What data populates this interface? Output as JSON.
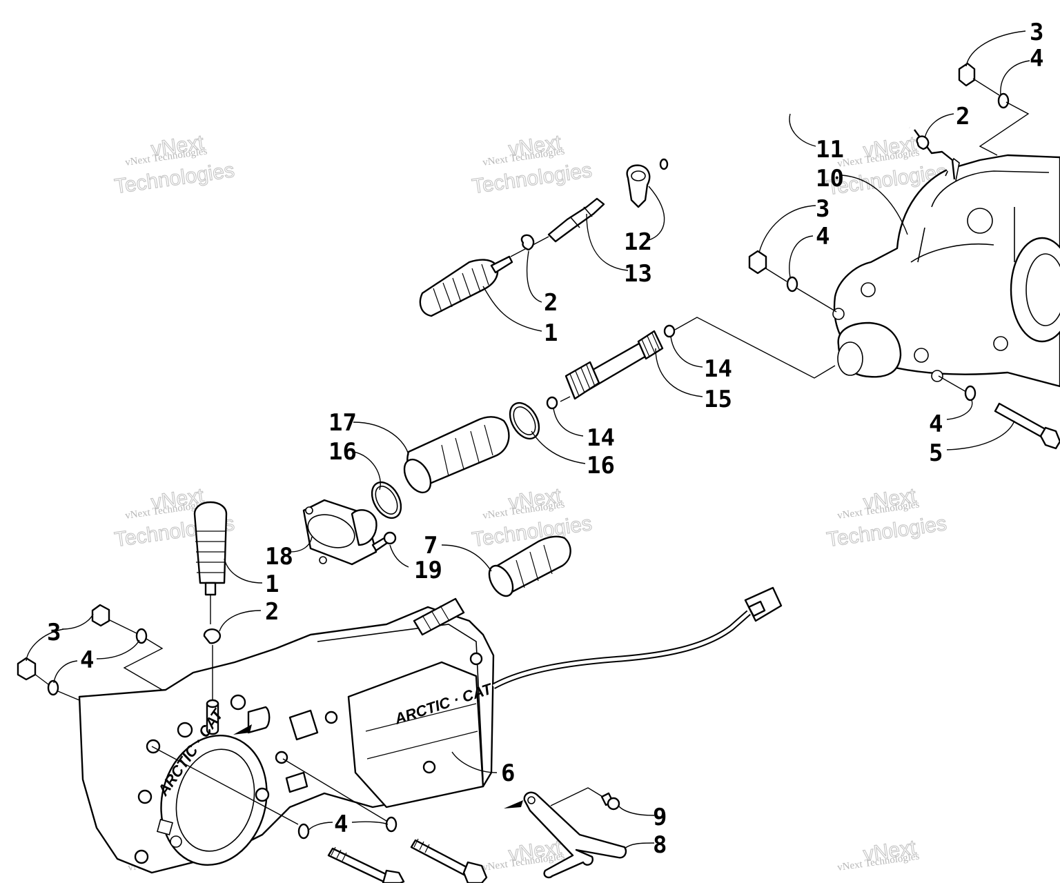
{
  "diagram": {
    "callouts": [
      {
        "id": "c3a",
        "label": "3"
      },
      {
        "id": "c4a",
        "label": "4"
      },
      {
        "id": "c2a",
        "label": "2"
      },
      {
        "id": "c11",
        "label": "11"
      },
      {
        "id": "c10",
        "label": "10"
      },
      {
        "id": "c3b",
        "label": "3"
      },
      {
        "id": "c4b",
        "label": "4"
      },
      {
        "id": "c12",
        "label": "12"
      },
      {
        "id": "c13",
        "label": "13"
      },
      {
        "id": "c2b",
        "label": "2"
      },
      {
        "id": "c1a",
        "label": "1"
      },
      {
        "id": "c14a",
        "label": "14"
      },
      {
        "id": "c15",
        "label": "15"
      },
      {
        "id": "c17",
        "label": "17"
      },
      {
        "id": "c16a",
        "label": "16"
      },
      {
        "id": "c14b",
        "label": "14"
      },
      {
        "id": "c16b",
        "label": "16"
      },
      {
        "id": "c4c",
        "label": "4"
      },
      {
        "id": "c5",
        "label": "5"
      },
      {
        "id": "c18",
        "label": "18"
      },
      {
        "id": "c19",
        "label": "19"
      },
      {
        "id": "c7",
        "label": "7"
      },
      {
        "id": "c1b",
        "label": "1"
      },
      {
        "id": "c2c",
        "label": "2"
      },
      {
        "id": "c3c",
        "label": "3"
      },
      {
        "id": "c4d",
        "label": "4"
      },
      {
        "id": "c6",
        "label": "6"
      },
      {
        "id": "c9",
        "label": "9"
      },
      {
        "id": "c4e",
        "label": "4"
      },
      {
        "id": "c8",
        "label": "8"
      }
    ],
    "brand_marks": [
      "ARCTIC · CAT",
      "ARCTIC · CAT"
    ],
    "watermark": {
      "line1": "vNext Technologies",
      "line2": "vNext",
      "line3": "Technologies"
    }
  }
}
